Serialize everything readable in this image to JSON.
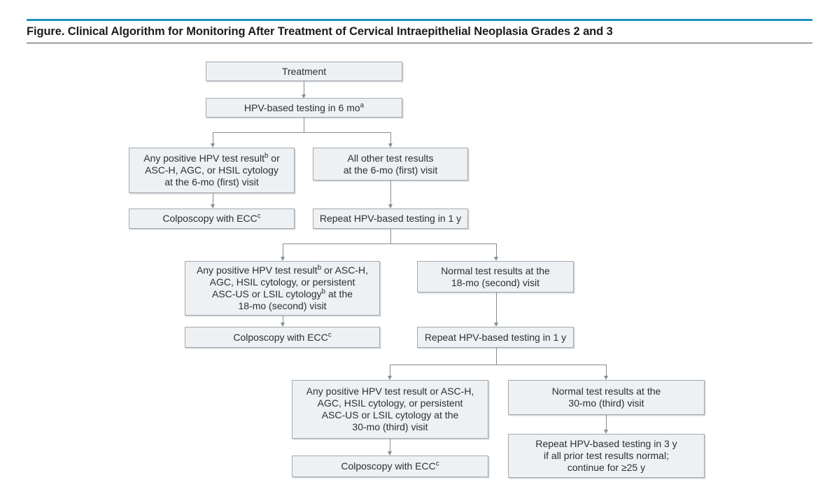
{
  "figure": {
    "title": "Figure. Clinical Algorithm for Monitoring After Treatment of Cervical Intraepithelial Neoplasia Grades 2 and 3",
    "accent_color": "#1F93BD",
    "box_fill_color": "#EDF1F4",
    "box_border_color": "#A2A9AF",
    "connector_color": "#848D92"
  },
  "nodes": {
    "treatment": {
      "label": "Treatment"
    },
    "hpv6": {
      "pre": "HPV-based testing in 6 mo",
      "sup": "a"
    },
    "pos6": {
      "l1pre": "Any positive HPV test result",
      "l1sup": "b",
      "l1post": " or",
      "l2": "ASC-H, AGC, or HSIL cytology",
      "l3": "at the 6-mo (first) visit"
    },
    "other6": {
      "l1": "All other test results",
      "l2": "at the 6-mo (first) visit"
    },
    "colpo1": {
      "pre": "Colposcopy with ECC",
      "sup": "c"
    },
    "repeat1": {
      "label": "Repeat HPV-based testing in 1 y"
    },
    "pos18": {
      "l1pre": "Any positive HPV test result",
      "l1sup": "b",
      "l1post": " or ASC-H,",
      "l2": "AGC, HSIL cytology, or persistent",
      "l3pre": "ASC-US or LSIL cytology",
      "l3sup": "b",
      "l3post": " at the",
      "l4": "18-mo (second) visit"
    },
    "norm18": {
      "l1": "Normal test results at the",
      "l2": "18-mo (second) visit"
    },
    "colpo2": {
      "pre": "Colposcopy with ECC",
      "sup": "c"
    },
    "repeat2": {
      "label": "Repeat HPV-based testing in 1 y"
    },
    "pos30": {
      "l1": "Any positive HPV test result or ASC-H,",
      "l2": "AGC, HSIL cytology, or persistent",
      "l3": "ASC-US or LSIL cytology at the",
      "l4": "30-mo (third) visit"
    },
    "norm30": {
      "l1": "Normal test results at the",
      "l2": "30-mo (third) visit"
    },
    "colpo3": {
      "pre": "Colposcopy with ECC",
      "sup": "c"
    },
    "repeat3": {
      "l1": "Repeat HPV-based testing in 3 y",
      "l2": "if all prior test results normal;",
      "l3": "continue for ≥25 y"
    }
  }
}
